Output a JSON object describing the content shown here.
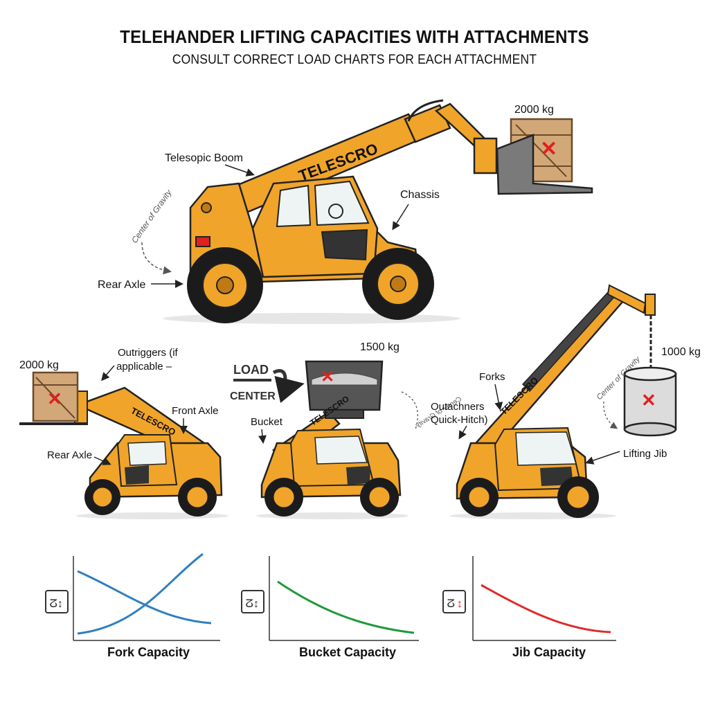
{
  "header": {
    "title": "TELEHANDER LIFTING CAPACITIES WITH ATTACHMENTS",
    "subtitle": "CONSULT CORRECT LOAD CHARTS FOR EACH ATTACHMENT"
  },
  "main_machine": {
    "brand": "TELESCRO",
    "load_weight": "2000 kg",
    "labels": {
      "boom": "Telesopic Boom",
      "chassis": "Chassis",
      "cog": "Center of Gravity",
      "rear_axle": "Rear Axle"
    }
  },
  "fork_machine": {
    "brand": "TELESCRO",
    "load_weight": "2000 kg",
    "labels": {
      "outriggers_1": "Outriggers (if",
      "outriggers_2": "applicable –",
      "front_axle": "Front Axle",
      "rear_axle": "Rear Axle"
    }
  },
  "bucket_machine": {
    "brand": "TELESCRO",
    "load_weight": "1500 kg",
    "load_center_1": "LOAD",
    "load_center_2": "CENTER",
    "labels": {
      "bucket": "Bucket",
      "cog_mirrored": "Center of Gravity"
    }
  },
  "jib_machine": {
    "brand": "TELESCRO",
    "load_weight": "1000 kg",
    "labels": {
      "forks": "Forks",
      "quick_hitch_1": "Outachners",
      "quick_hitch_2": "Quick-Hitch)",
      "cog": "Center of Gravity",
      "lifting_jib": "Lifting Jib"
    }
  },
  "capacity_charts": {
    "fork": {
      "caption": "Fork Capacity",
      "color": "#2f7fc0"
    },
    "bucket": {
      "caption": "Bucket Capacity",
      "color": "#1e9a3a"
    },
    "jib": {
      "caption": "Jib Capacity",
      "color": "#e02a2a"
    }
  },
  "colors": {
    "machine_yellow": "#f0a42a",
    "machine_dark": "#c07a14",
    "tire": "#1b1b1b",
    "crate": "#d2a878",
    "warning_x": "#e02020"
  }
}
